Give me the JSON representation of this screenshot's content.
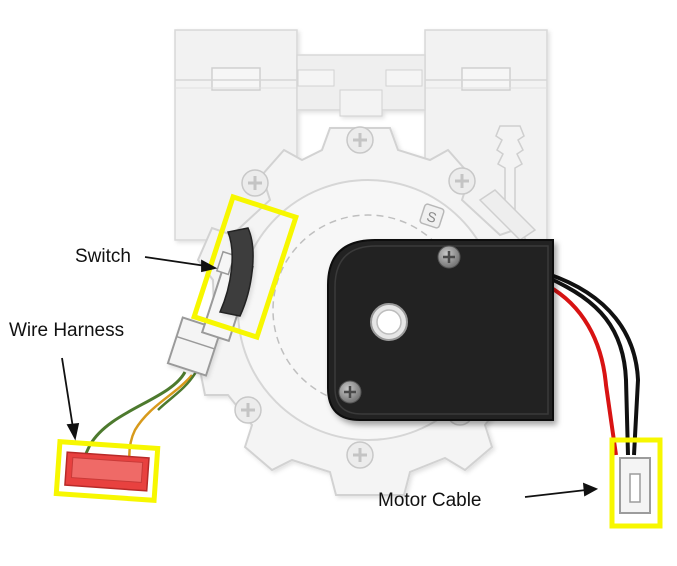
{
  "labels": {
    "switch": "Switch",
    "wire_harness": "Wire Harness",
    "motor_cable": "Motor Cable"
  },
  "icons": {
    "screw": "phillips-screw-icon",
    "marker": "s-marker-icon"
  },
  "marker_letter": "S",
  "colors": {
    "highlight": "#f7f700",
    "motor_body": "#222222",
    "housing": "#f0f0f0",
    "housing_outline": "#d6d6d6",
    "wire_red": "#d81313",
    "wire_black": "#111111",
    "wire_green": "#4d7a2e",
    "wire_yellow": "#d79a1c",
    "connector_red": "#e8413f"
  }
}
